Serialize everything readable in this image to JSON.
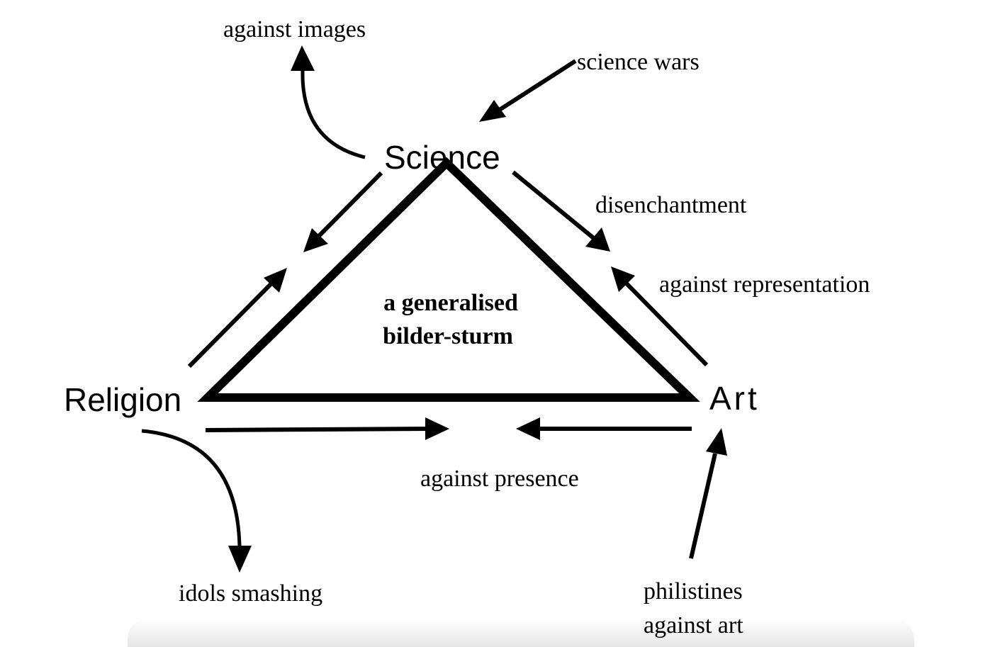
{
  "diagram": {
    "vertices": {
      "science": "Science",
      "religion": "Religion",
      "art": "Art"
    },
    "center_label": {
      "line1": "a generalised",
      "line2": "bilder-sturm"
    },
    "arrow_labels": {
      "against_images": "against images",
      "science_wars": "science wars",
      "disenchantment": "disenchantment",
      "against_representation": "against representation",
      "against_presence": "against presence",
      "idols_smashing": "idols smashing",
      "philistines_line1": "philistines",
      "philistines_line2": "against art"
    },
    "colors": {
      "ink": "#000000",
      "background": "#ffffff"
    }
  }
}
